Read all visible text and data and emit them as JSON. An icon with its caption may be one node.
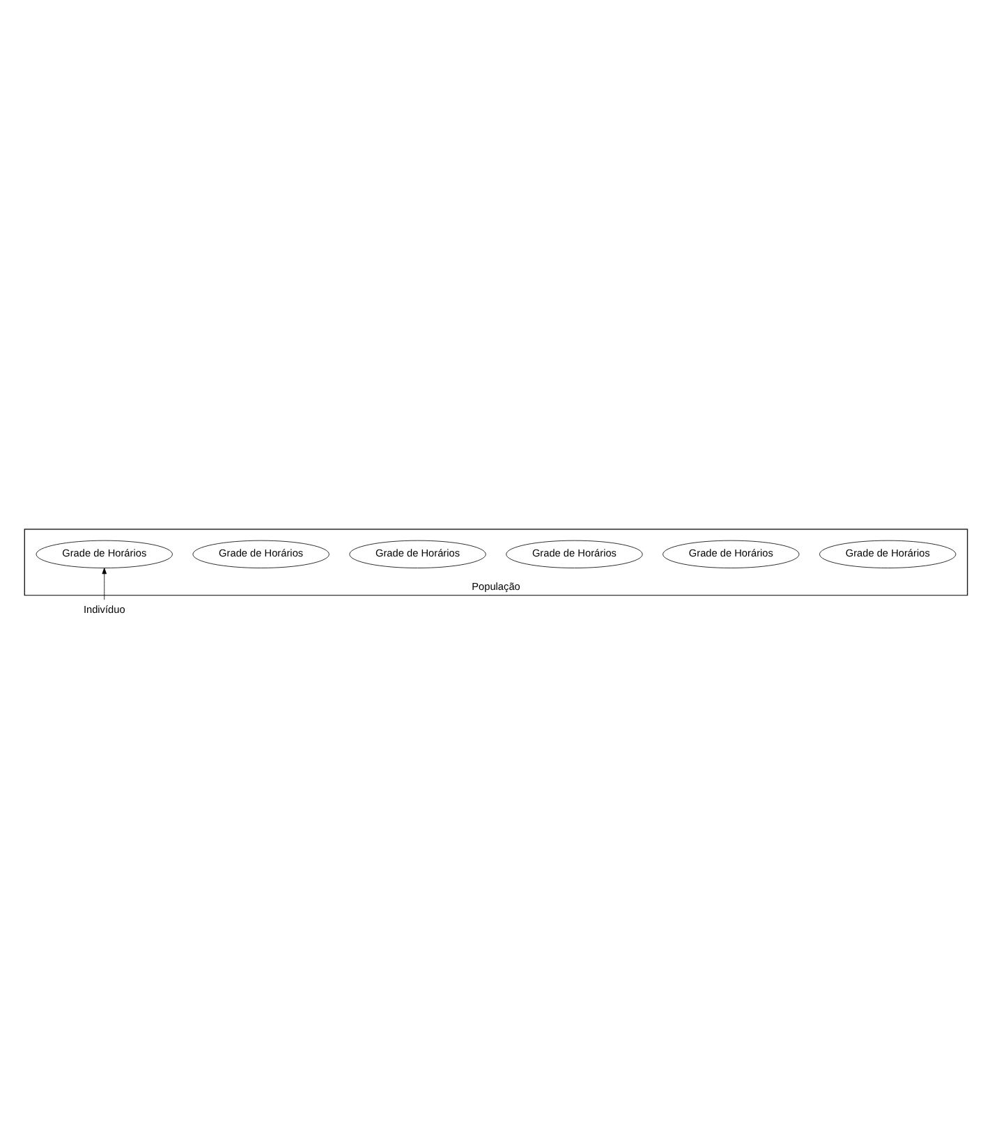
{
  "diagram": {
    "nodes": [
      {
        "text": [
          "População"
        ]
      },
      {
        "text": [
          "Grade de Horários"
        ],
        "in": 0
      },
      {
        "text": [
          "Grade de Horários"
        ],
        "in": 0
      },
      {
        "text": [
          "Grade de Horários"
        ],
        "in": 0
      },
      {
        "text": [
          "Grade de Horários"
        ],
        "in": 0
      },
      {
        "text": [
          "Grade de Horários"
        ],
        "in": 0
      },
      {
        "text": [
          "Grade de Horários"
        ],
        "in": 0
      },
      {
        "text": [
          "Indivíduo"
        ]
      }
    ],
    "edges": [
      {
        "from": 7,
        "to": 6,
        "arrow": "to"
      }
    ]
  }
}
